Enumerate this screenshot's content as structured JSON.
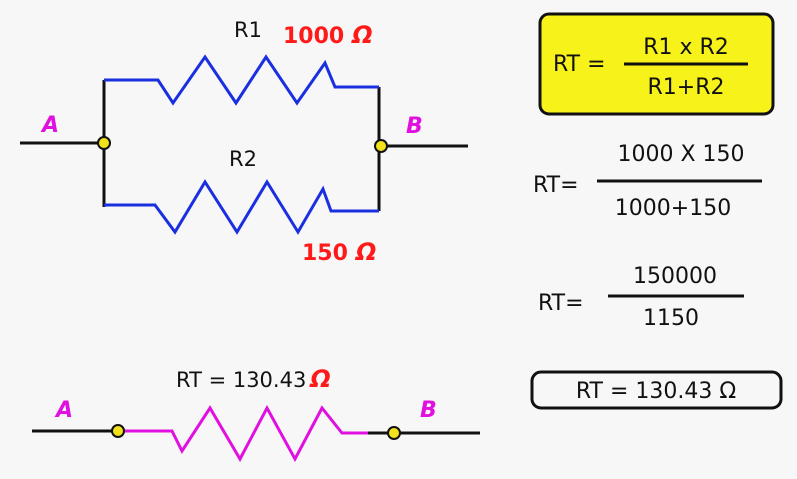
{
  "circuit_parallel": {
    "node_a": "A",
    "node_b": "B",
    "r1_label": "R1",
    "r1_value": "1000",
    "r2_label": "R2",
    "r2_value": "150",
    "ohm_symbol": "Ω"
  },
  "formula_box": {
    "lhs": "RT =",
    "numerator": "R1 x R2",
    "denominator": "R1+R2"
  },
  "step1": {
    "lhs": "RT=",
    "numerator": "1000 X 150",
    "denominator": "1000+150"
  },
  "step2": {
    "lhs": "RT=",
    "numerator": "150000",
    "denominator": "1150"
  },
  "result_box": {
    "text": "RT = 130.43 Ω"
  },
  "circuit_equivalent": {
    "label": "RT = 130.43",
    "ohm_symbol": "Ω",
    "node_a": "A",
    "node_b": "B"
  },
  "colors": {
    "wire": "#111111",
    "parallel_branch": "#1a2fe0",
    "resistor": "#1a2fe0",
    "equivalent_resistor": "#e010e0",
    "value_red": "#ff1a1a",
    "node_fill": "#f2e21c",
    "formula_box_fill": "#f7f21a",
    "node_label": "#e010e0"
  }
}
